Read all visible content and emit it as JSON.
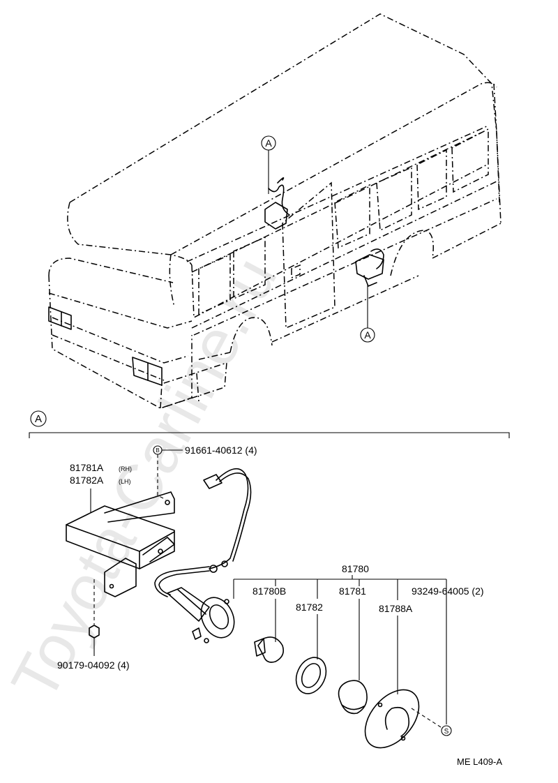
{
  "watermark": "Toyota-Carline.ru",
  "callout_letter": "A",
  "callout_s": "S",
  "callout_b": "B",
  "parts": {
    "p91661": "91661-40612 (4)",
    "p81781A_num": "81781A",
    "p81781A_side": "(RH)",
    "p81782A_num": "81782A",
    "p81782A_side": "(LH)",
    "p81780": "81780",
    "p81780B": "81780B",
    "p81782": "81782",
    "p81781": "81781",
    "p93249": "93249-64005 (2)",
    "p81788A": "81788A",
    "p90179": "90179-04092 (4)"
  },
  "figure_code": "ME L409-A"
}
